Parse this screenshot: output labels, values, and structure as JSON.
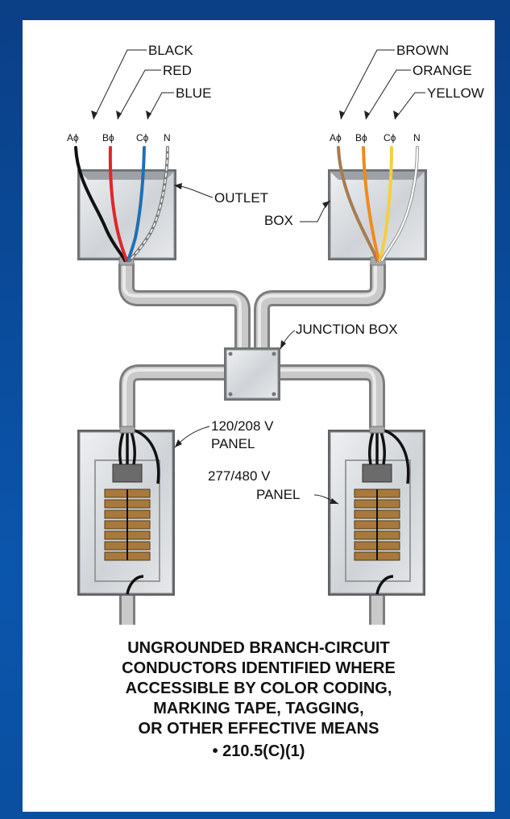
{
  "left_wires": [
    "BLACK",
    "RED",
    "BLUE"
  ],
  "right_wires": [
    "BROWN",
    "ORANGE",
    "YELLOW"
  ],
  "phase_labels": [
    "Aϕ",
    "Bϕ",
    "Cϕ",
    "N"
  ],
  "labels": {
    "outlet_box_1": "OUTLET",
    "outlet_box_2": "BOX",
    "junction_box": "JUNCTION BOX",
    "panel_120_1": "120/208 V",
    "panel_120_2": "PANEL",
    "panel_277_1": "277/480 V",
    "panel_277_2": "PANEL"
  },
  "caption": {
    "lines": [
      "UNGROUNDED BRANCH-CIRCUIT",
      "CONDUCTORS IDENTIFIED WHERE",
      "ACCESSIBLE BY COLOR CODING,",
      "MARKING TAPE, TAGGING,",
      "OR OTHER EFFECTIVE MEANS"
    ],
    "code": "• 210.5(C)(1)"
  },
  "colors": {
    "background": "#0b4a9a",
    "card": "#ffffff",
    "black_wire": "#111111",
    "red_wire": "#e0262a",
    "blue_wire": "#1f6fb6",
    "brown_wire": "#a67c52",
    "orange_wire": "#f08a1c",
    "yellow_wire": "#f3cf3f",
    "white_wire": "#ffffff",
    "conduit": "#b9b9b9",
    "box_fill": "#d7dadd"
  }
}
